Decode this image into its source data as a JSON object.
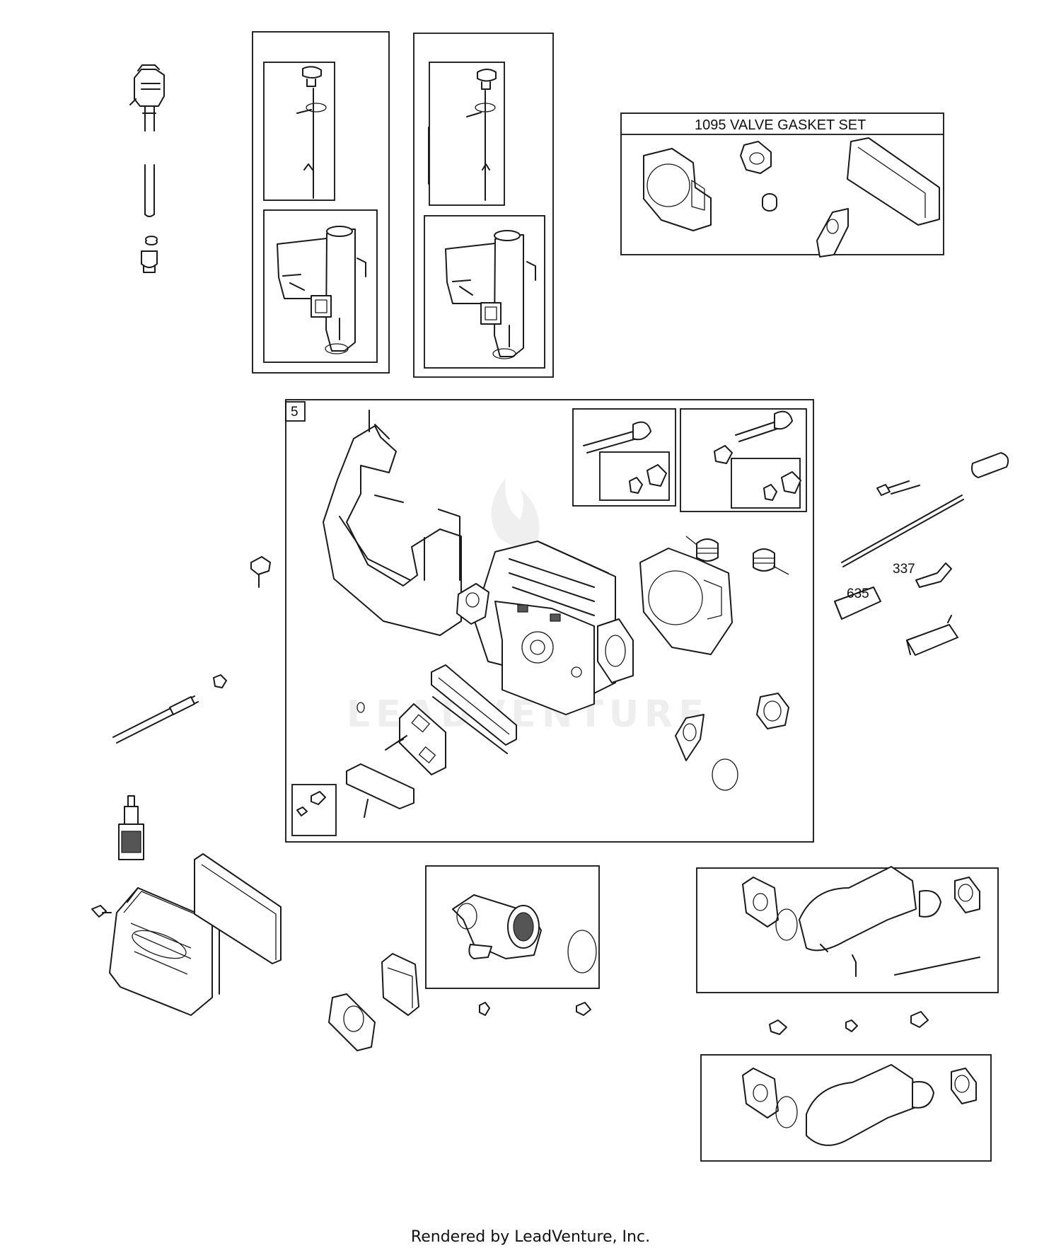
{
  "watermark": "LEADVENTURE",
  "callouts": {
    "valve_gasket_set": "1095 VALVE GASKET SET",
    "cylinder_head_kit": "5",
    "part_337": "337",
    "part_635": "635"
  },
  "footer": "Rendered by LeadVenture, Inc."
}
